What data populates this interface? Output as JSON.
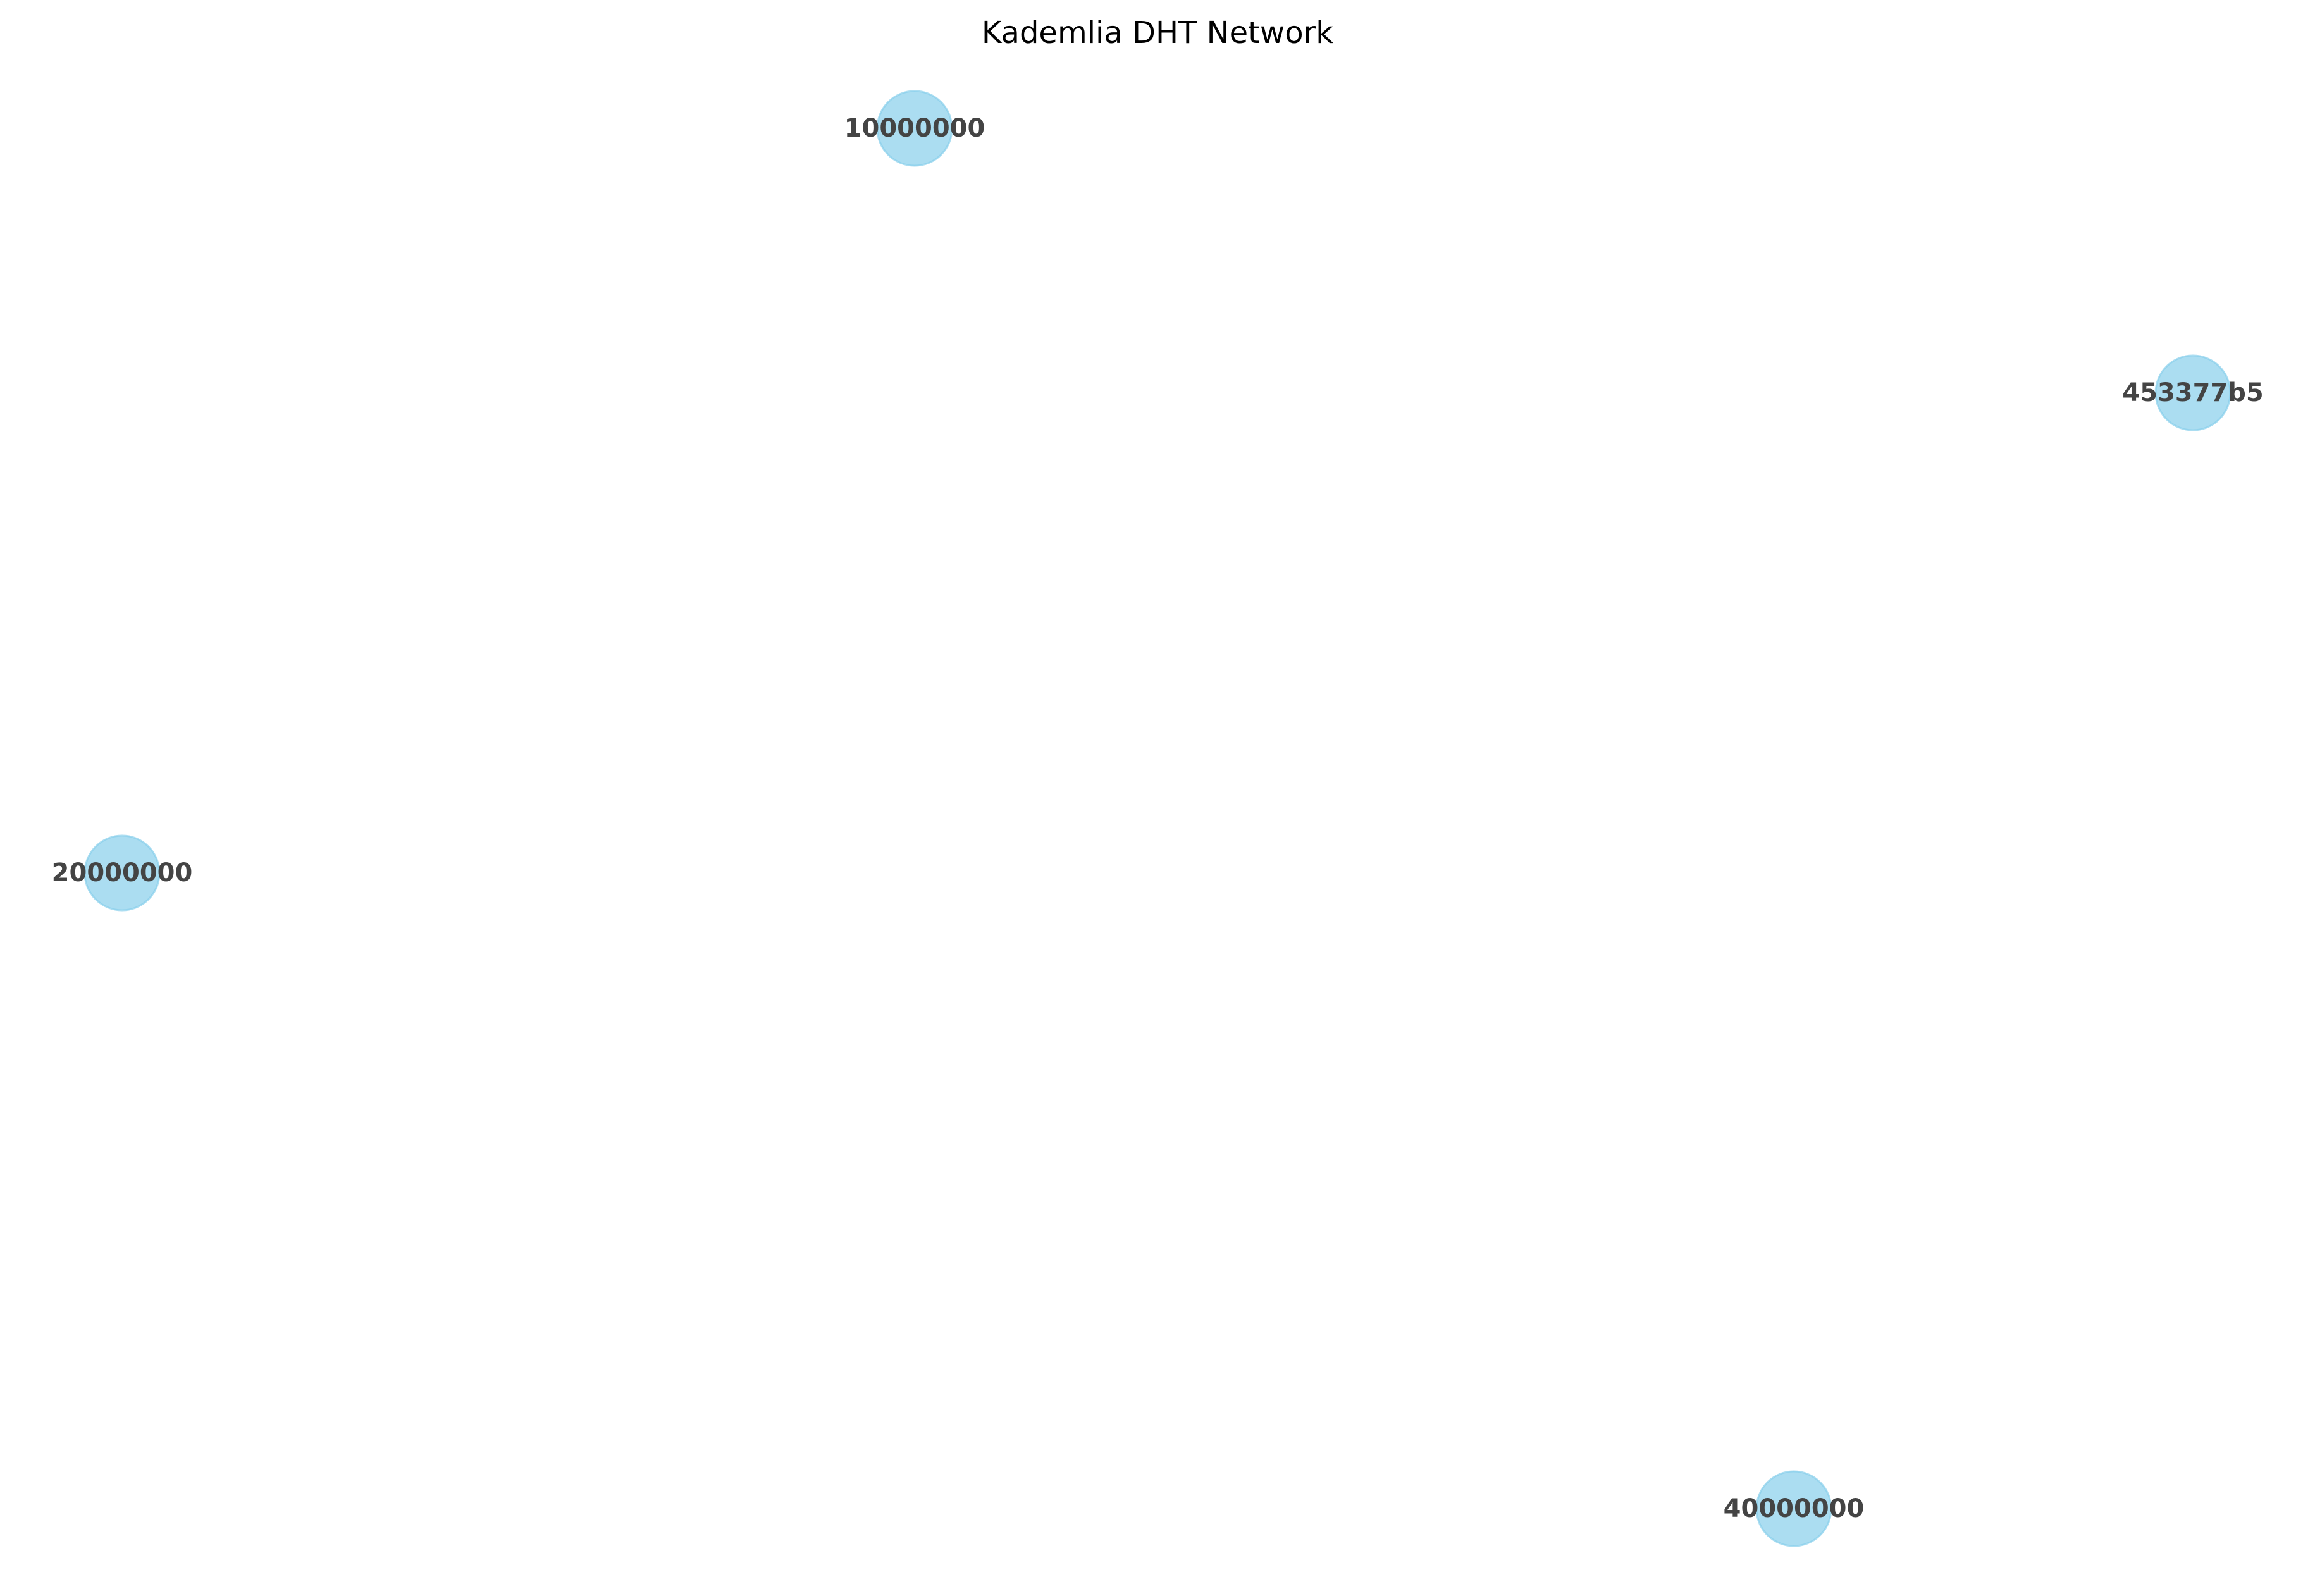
{
  "figure": {
    "title": "Kademlia DHT Network"
  },
  "style": {
    "node_color": "#87ceeb",
    "label_color": "#444444",
    "background": "#ffffff"
  },
  "network": {
    "nodes": [
      {
        "id": "10000000",
        "label": "10000000"
      },
      {
        "id": "453377b5",
        "label": "453377b5"
      },
      {
        "id": "20000000",
        "label": "20000000"
      },
      {
        "id": "40000000",
        "label": "40000000"
      }
    ],
    "edges": []
  }
}
